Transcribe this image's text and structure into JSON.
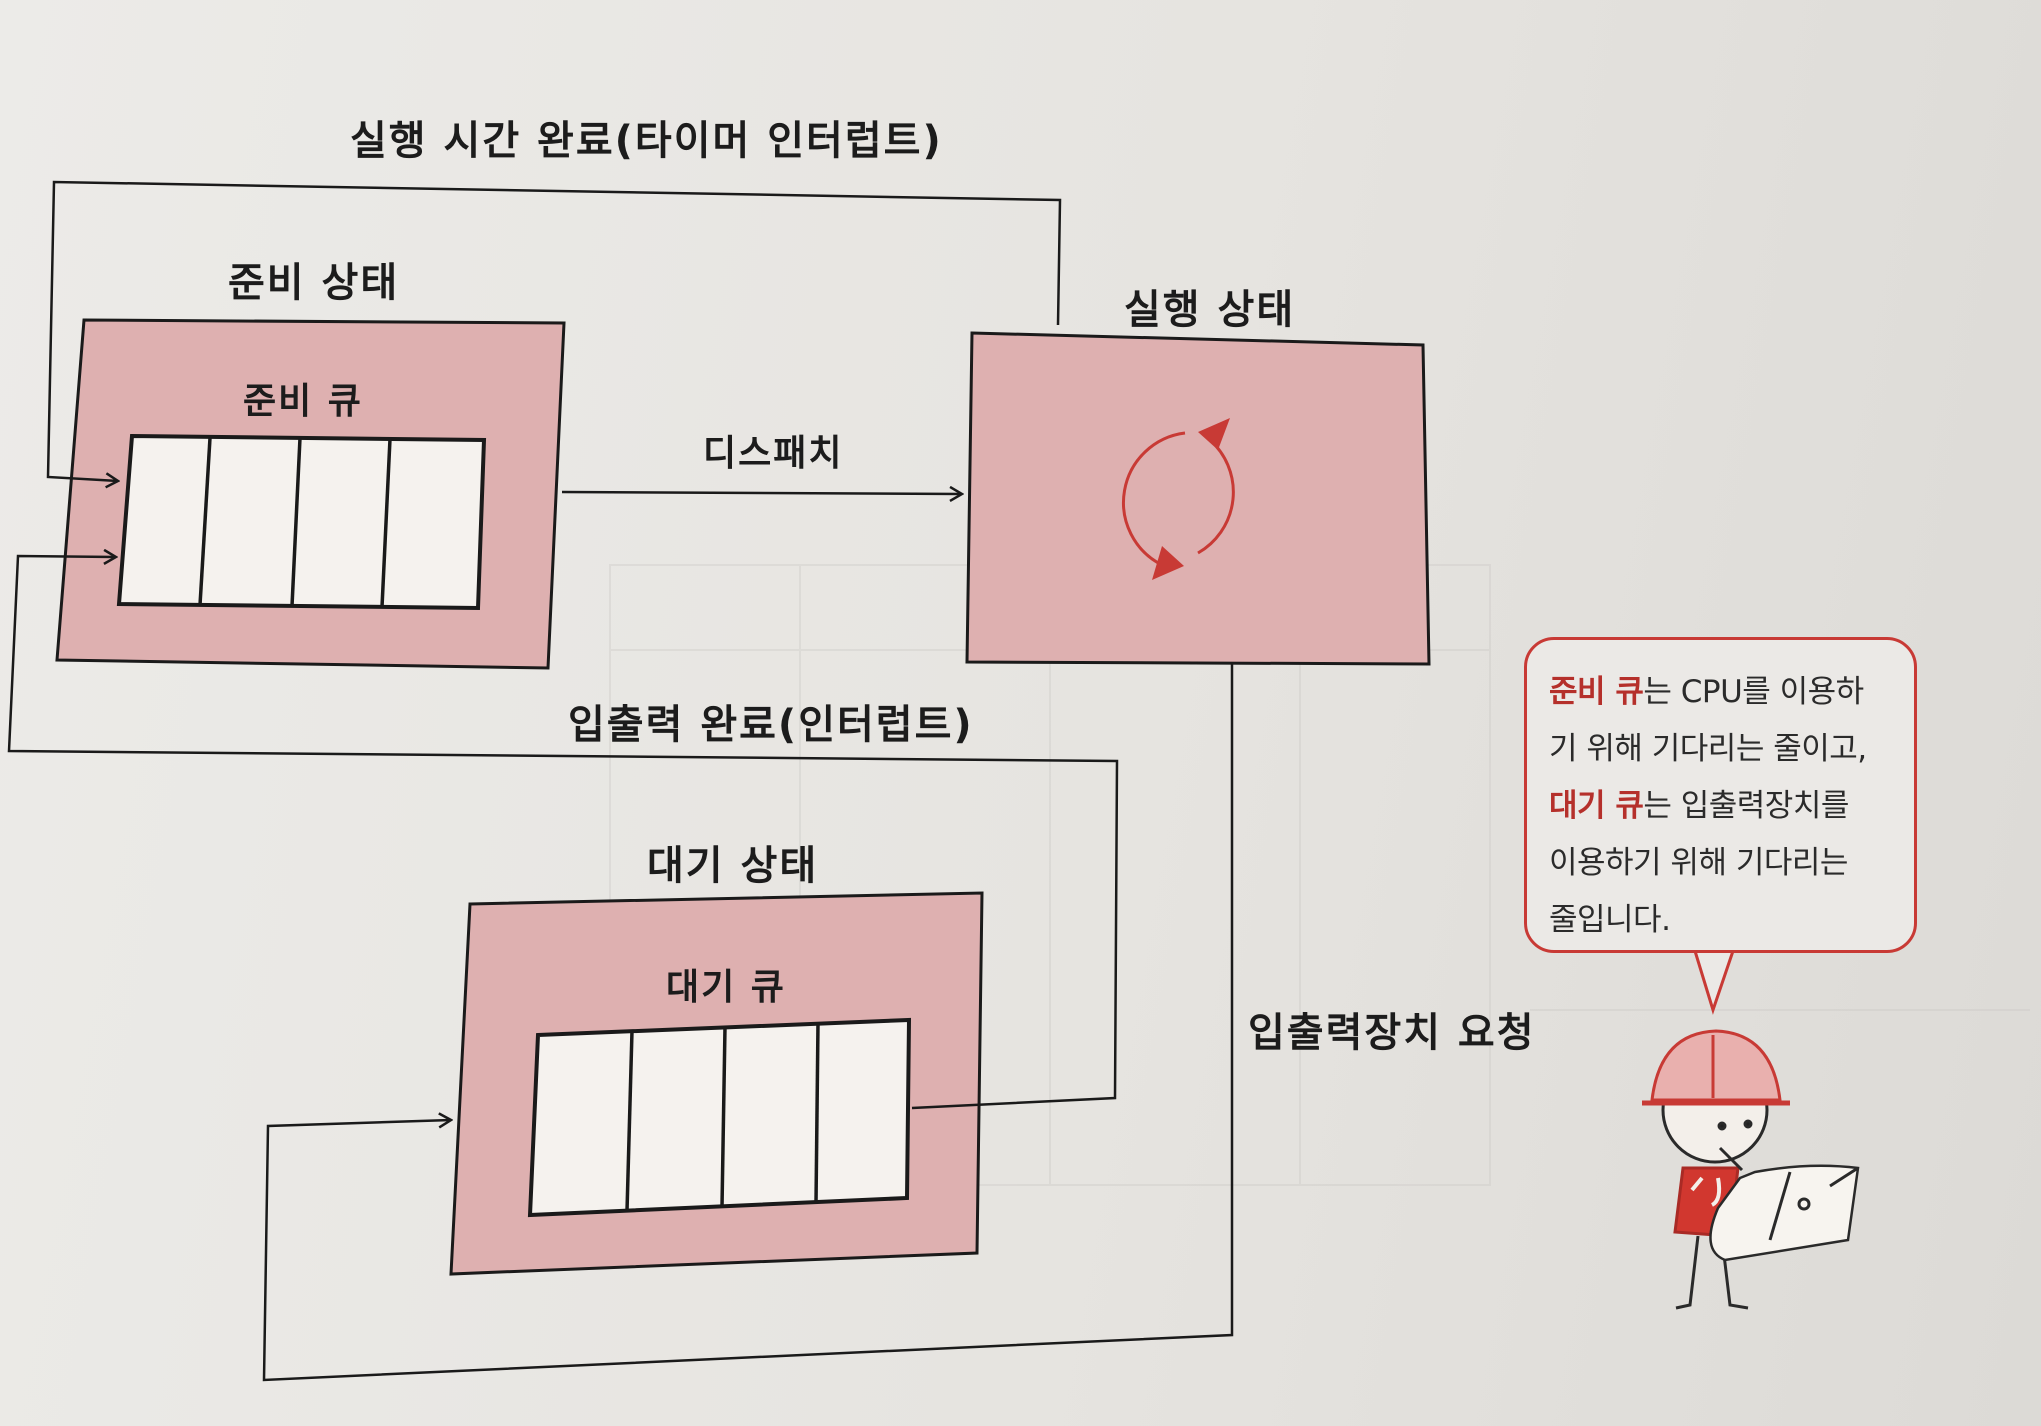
{
  "diagram": {
    "labels": {
      "timeout": "실행 시간 완료(타이머 인터럽트)",
      "ready_state": "준비 상태",
      "ready_queue": "준비 큐",
      "dispatch": "디스패치",
      "running_state": "실행 상태",
      "io_complete": "입출력 완료(인터럽트)",
      "waiting_state": "대기 상태",
      "waiting_queue": "대기 큐",
      "io_request": "입출력장치 요청"
    },
    "icons": {
      "running": "cycle-arrows-icon",
      "character": "engineer-character-icon"
    },
    "colors": {
      "state_box_fill": "#deb0b0",
      "accent_red": "#c83a35",
      "highlight_text": "#b5302b"
    }
  },
  "callout": {
    "line1_hl": "준비 큐",
    "line1_rest": "는 CPU를 이용하",
    "line2": "기 위해 기다리는 줄이고,",
    "line3_hl": "대기 큐",
    "line3_rest": "는 입출력장치를",
    "line4": "이용하기 위해 기다리는",
    "line5": "줄입니다."
  }
}
